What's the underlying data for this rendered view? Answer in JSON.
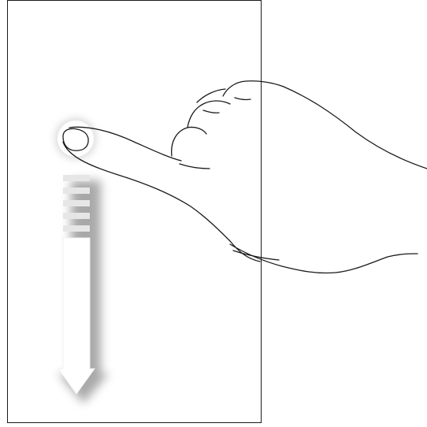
{
  "illustration": {
    "gesture": "swipe-down",
    "elements": [
      "device-screen-outline",
      "touch-point-indicator",
      "motion-trail",
      "down-arrow-icon",
      "hand-icon"
    ],
    "colors": {
      "background": "#ffffff",
      "outline": "#1a1a1a",
      "shadow": "#9a9a9a",
      "arrow_fill": "#ffffff"
    }
  }
}
